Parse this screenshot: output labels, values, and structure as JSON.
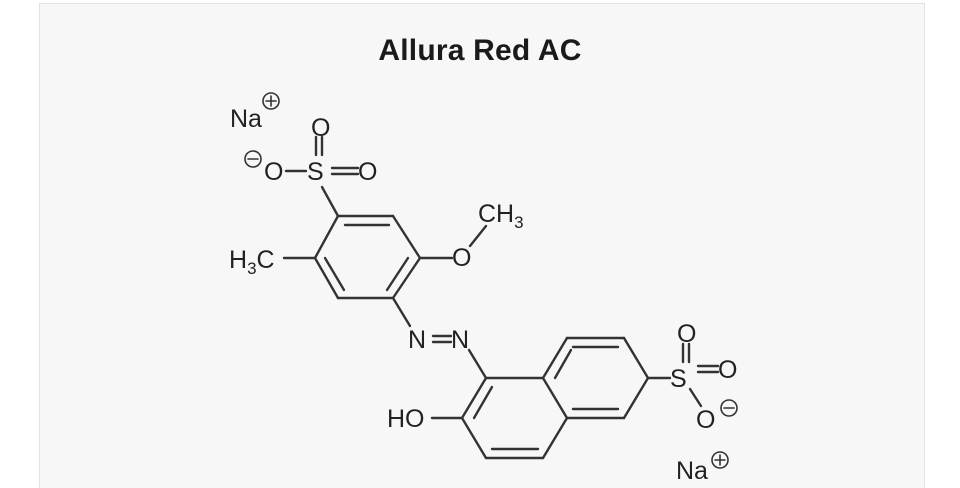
{
  "title": "Allura Red AC",
  "atoms": {
    "na_top": "Na",
    "na_bottom": "Na",
    "o_sulf1_top": "O",
    "o_sulf1_right": "O",
    "o_sulf1_left": "O",
    "s_sulf1": "S",
    "ch3_c": "CH",
    "ch3_sub": "3",
    "o_methoxy": "O",
    "h3c_h": "H",
    "h3c_sub": "3",
    "h3c_c": "C",
    "azo_n1": "N",
    "azo_n2": "N",
    "ho": "HO",
    "o_sulf2_top": "O",
    "o_sulf2_right": "O",
    "o_sulf2_bottom": "O",
    "s_sulf2": "S"
  }
}
